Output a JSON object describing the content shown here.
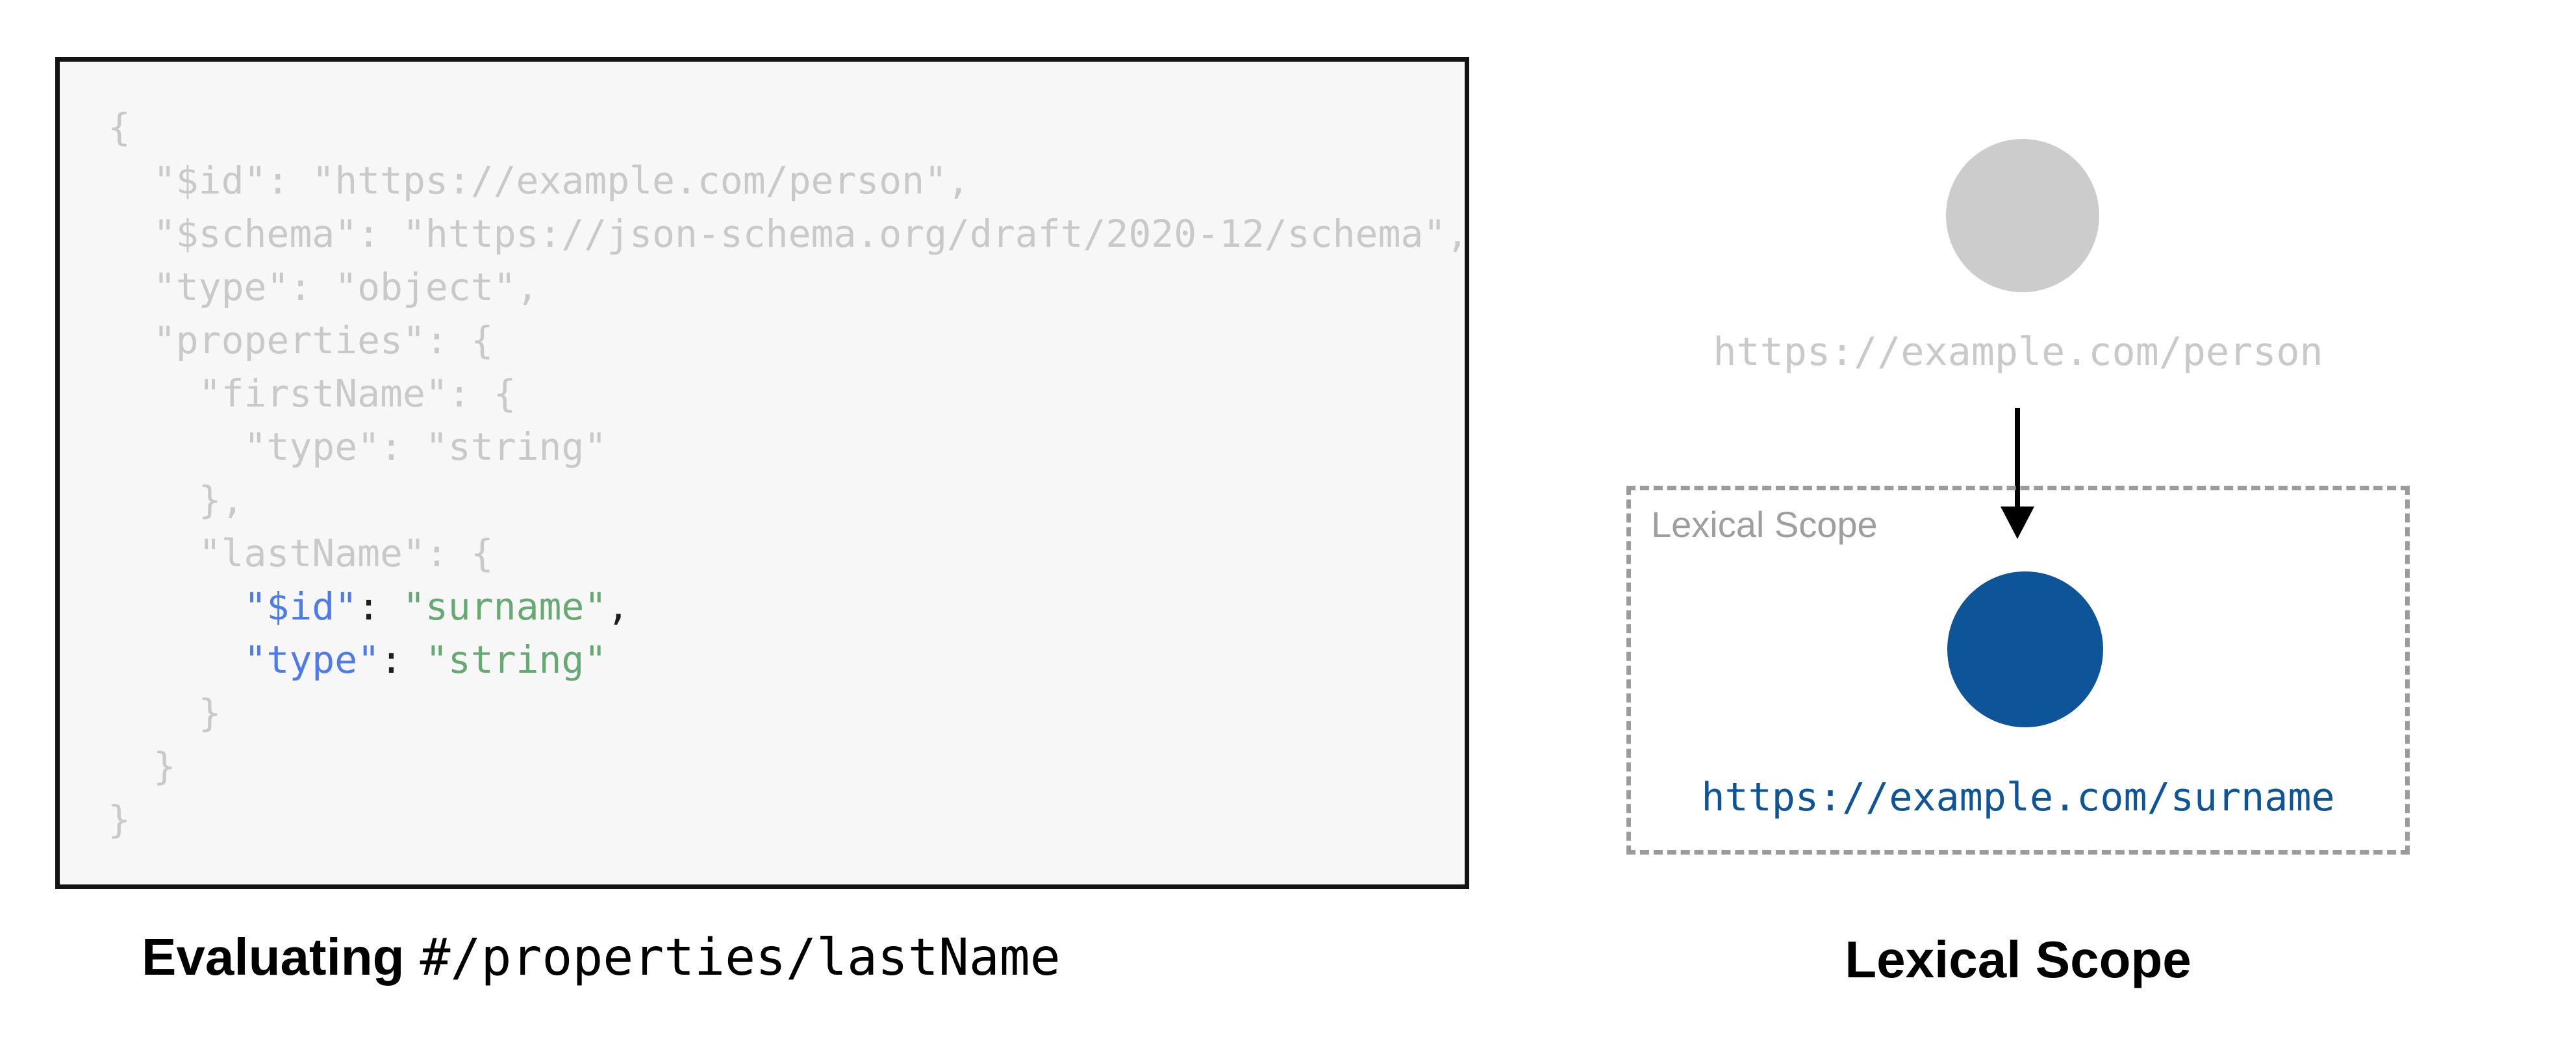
{
  "left": {
    "caption_bold": "Evaluating",
    "caption_mono": "#/properties/lastName",
    "code_lines": [
      [
        {
          "t": "{",
          "c": "muted"
        }
      ],
      [
        {
          "t": "  \"$id\": \"https://example.com/person\",",
          "c": "muted"
        }
      ],
      [
        {
          "t": "  \"$schema\": \"https://json-schema.org/draft/2020-12/schema\",",
          "c": "muted"
        }
      ],
      [
        {
          "t": "  \"type\": \"object\",",
          "c": "muted"
        }
      ],
      [
        {
          "t": "  \"properties\": {",
          "c": "muted"
        }
      ],
      [
        {
          "t": "    \"firstName\": {",
          "c": "muted"
        }
      ],
      [
        {
          "t": "      \"type\": \"string\"",
          "c": "muted"
        }
      ],
      [
        {
          "t": "    },",
          "c": "muted"
        }
      ],
      [
        {
          "t": "    \"lastName\": {",
          "c": "muted"
        }
      ],
      [
        {
          "t": "      ",
          "c": "muted"
        },
        {
          "t": "\"$id\"",
          "c": "key"
        },
        {
          "t": ": ",
          "c": "punct"
        },
        {
          "t": "\"surname\"",
          "c": "string"
        },
        {
          "t": ",",
          "c": "punct"
        }
      ],
      [
        {
          "t": "      ",
          "c": "muted"
        },
        {
          "t": "\"type\"",
          "c": "key"
        },
        {
          "t": ": ",
          "c": "punct"
        },
        {
          "t": "\"string\"",
          "c": "string"
        }
      ],
      [
        {
          "t": "    }",
          "c": "muted"
        }
      ],
      [
        {
          "t": "  }",
          "c": "muted"
        }
      ],
      [
        {
          "t": "}",
          "c": "muted"
        }
      ]
    ]
  },
  "right": {
    "parent_label": "https://example.com/person",
    "scope_label": "Lexical Scope",
    "child_label": "https://example.com/surname",
    "caption": "Lexical Scope"
  },
  "colors": {
    "page_background": "#ffffff",
    "code_background": "#f7f7f7",
    "code_border": "#141414",
    "code_muted": "#c9c9c9",
    "code_key_blue": "#4d7ce8",
    "code_string_green": "#66a973",
    "code_punct_black": "#1f1f1f",
    "parent_circle_gray": "#cccccc",
    "scope_dash_gray": "#9b9b9b",
    "scope_label_gray": "#9e9e9e",
    "child_blue": "#0d5499",
    "arrow_black": "#000000"
  }
}
